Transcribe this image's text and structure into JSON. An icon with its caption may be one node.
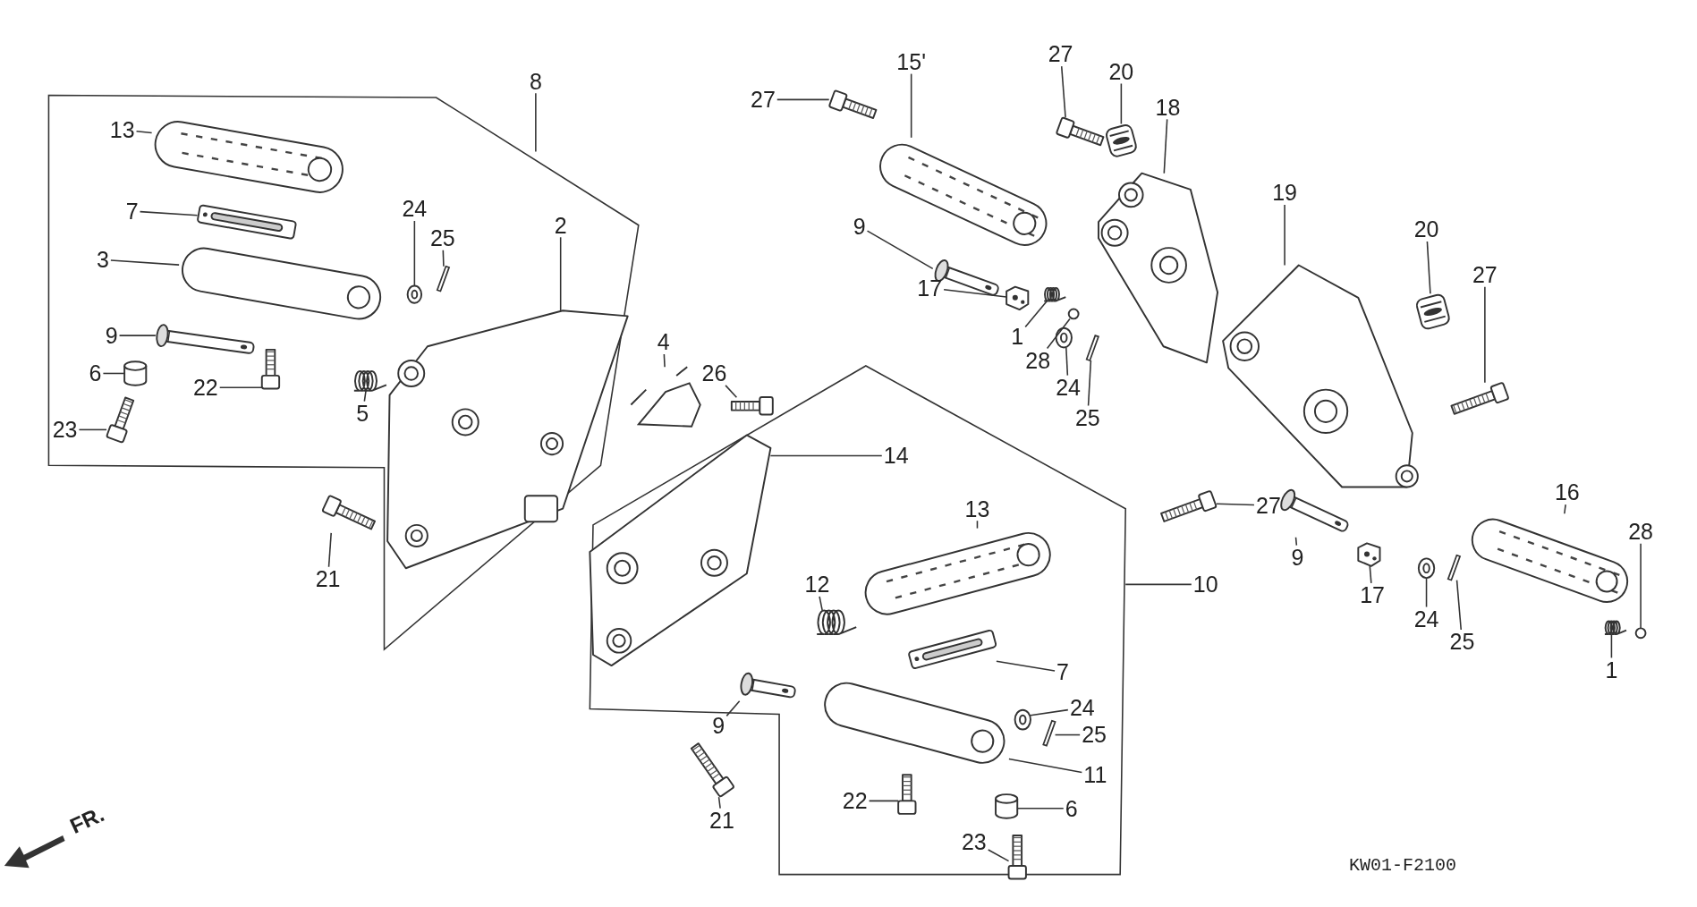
{
  "diagram": {
    "nodes": [
      {
        "text": [
          "8"
        ]
      },
      {
        "text": [
          "13"
        ]
      },
      {
        "text": [
          "7"
        ]
      },
      {
        "text": [
          "3"
        ]
      },
      {
        "text": [
          "9"
        ]
      },
      {
        "text": [
          "6"
        ]
      },
      {
        "text": [
          "23"
        ]
      },
      {
        "text": [
          "22"
        ]
      },
      {
        "text": [
          "24"
        ]
      },
      {
        "text": [
          "25"
        ]
      },
      {
        "text": [
          "2"
        ]
      },
      {
        "text": [
          "5"
        ]
      },
      {
        "text": [
          "4"
        ]
      },
      {
        "text": [
          "26"
        ]
      },
      {
        "text": [
          "21"
        ]
      },
      {
        "text": [
          "14"
        ]
      },
      {
        "text": [
          "12"
        ]
      },
      {
        "text": [
          "9"
        ]
      },
      {
        "text": [
          "13"
        ]
      },
      {
        "text": [
          "7"
        ]
      },
      {
        "text": [
          "24"
        ]
      },
      {
        "text": [
          "25"
        ]
      },
      {
        "text": [
          "22"
        ]
      },
      {
        "text": [
          "11"
        ]
      },
      {
        "text": [
          "6"
        ]
      },
      {
        "text": [
          "23"
        ]
      },
      {
        "text": [
          "21"
        ]
      },
      {
        "text": [
          "10"
        ]
      },
      {
        "text": [
          "27"
        ]
      },
      {
        "text": [
          "15'"
        ]
      },
      {
        "text": [
          "27"
        ]
      },
      {
        "text": [
          "20"
        ]
      },
      {
        "text": [
          "18"
        ]
      },
      {
        "text": [
          "9"
        ]
      },
      {
        "text": [
          "17"
        ]
      },
      {
        "text": [
          "1"
        ]
      },
      {
        "text": [
          "28"
        ]
      },
      {
        "text": [
          "24"
        ]
      },
      {
        "text": [
          "25"
        ]
      },
      {
        "text": [
          "19"
        ]
      },
      {
        "text": [
          "20"
        ]
      },
      {
        "text": [
          "27"
        ]
      },
      {
        "text": [
          "27"
        ]
      },
      {
        "text": [
          "9"
        ]
      },
      {
        "text": [
          "17"
        ]
      },
      {
        "text": [
          "24"
        ]
      },
      {
        "text": [
          "25"
        ]
      },
      {
        "text": [
          "16"
        ]
      },
      {
        "text": [
          "28"
        ]
      },
      {
        "text": [
          "1"
        ]
      },
      {
        "text": [],
        "shape": "picture"
      },
      {
        "text": [],
        "shape": "picture"
      },
      {
        "text": [],
        "shape": "picture"
      },
      {
        "text": [],
        "shape": "picture"
      },
      {
        "text": [],
        "shape": "cylinder"
      },
      {
        "text": [],
        "shape": "picture"
      },
      {
        "text": [],
        "shape": "picture"
      },
      {
        "text": [],
        "shape": "picture"
      },
      {
        "text": [],
        "shape": "picture"
      },
      {
        "text": [],
        "shape": "picture"
      },
      {
        "text": [],
        "shape": "picture"
      },
      {
        "text": [],
        "shape": "picture"
      },
      {
        "text": [],
        "shape": "picture"
      },
      {
        "text": [],
        "shape": "picture"
      },
      {
        "text": [],
        "shape": "picture"
      },
      {
        "text": [],
        "shape": "picture"
      },
      {
        "text": [],
        "shape": "picture"
      },
      {
        "text": [],
        "shape": "picture"
      },
      {
        "text": [],
        "shape": "picture"
      },
      {
        "text": [],
        "shape": "picture"
      },
      {
        "text": [],
        "shape": "picture"
      },
      {
        "text": [],
        "shape": "picture"
      },
      {
        "text": [],
        "shape": "picture"
      },
      {
        "text": [],
        "shape": "cylinder"
      },
      {
        "text": [],
        "shape": "picture"
      },
      {
        "text": [],
        "shape": "picture"
      },
      {
        "text": [],
        "shape": "picture"
      },
      {
        "text": [],
        "shape": "picture"
      },
      {
        "text": [],
        "shape": "picture"
      },
      {
        "text": [],
        "shape": "picture"
      },
      {
        "text": [],
        "shape": "picture"
      },
      {
        "text": [],
        "shape": "picture"
      },
      {
        "text": [],
        "shape": "picture"
      },
      {
        "text": [],
        "shape": "picture"
      },
      {
        "text": [],
        "shape": "circle"
      },
      {
        "text": [],
        "shape": "picture"
      },
      {
        "text": [],
        "shape": "picture"
      },
      {
        "text": [],
        "shape": "picture"
      },
      {
        "text": [],
        "shape": "picture"
      },
      {
        "text": [],
        "shape": "picture"
      },
      {
        "text": [],
        "shape": "picture"
      },
      {
        "text": [],
        "shape": "picture"
      },
      {
        "text": [],
        "shape": "picture"
      },
      {
        "text": [],
        "shape": "picture"
      },
      {
        "text": [],
        "shape": "picture"
      },
      {
        "text": [],
        "shape": "picture"
      },
      {
        "text": [],
        "shape": "circle"
      },
      {
        "text": [],
        "shape": "picture"
      }
    ],
    "edges": [
      {
        "from": 0,
        "to": null,
        "arrow": "none"
      },
      {
        "from": 1,
        "to": 50,
        "arrow": "none"
      },
      {
        "from": 2,
        "to": 51,
        "arrow": "none"
      },
      {
        "from": 3,
        "to": 52,
        "arrow": "none"
      },
      {
        "from": 4,
        "to": 53,
        "arrow": "none"
      },
      {
        "from": 5,
        "to": 54,
        "arrow": "none"
      },
      {
        "from": 6,
        "to": 55,
        "arrow": "none"
      },
      {
        "from": 7,
        "to": 56,
        "arrow": "none"
      },
      {
        "from": 8,
        "to": 57,
        "arrow": "none"
      },
      {
        "from": 9,
        "to": 58,
        "arrow": "none"
      },
      {
        "from": 10,
        "to": 59,
        "arrow": "none"
      },
      {
        "from": 11,
        "to": 60,
        "arrow": "none"
      },
      {
        "from": 12,
        "to": 61,
        "arrow": "none"
      },
      {
        "from": 13,
        "to": 62,
        "arrow": "none"
      },
      {
        "from": 14,
        "to": 63,
        "arrow": "none"
      },
      {
        "from": 15,
        "to": 64,
        "arrow": "none"
      },
      {
        "from": 16,
        "to": 65,
        "arrow": "none"
      },
      {
        "from": 17,
        "to": 66,
        "arrow": "none"
      },
      {
        "from": 18,
        "to": 67,
        "arrow": "none"
      },
      {
        "from": 19,
        "to": 68,
        "arrow": "none"
      },
      {
        "from": 20,
        "to": 69,
        "arrow": "none"
      },
      {
        "from": 21,
        "to": 70,
        "arrow": "none"
      },
      {
        "from": 22,
        "to": 71,
        "arrow": "none"
      },
      {
        "from": 23,
        "to": 72,
        "arrow": "none"
      },
      {
        "from": 24,
        "to": 73,
        "arrow": "none"
      },
      {
        "from": 25,
        "to": 74,
        "arrow": "none"
      },
      {
        "from": 26,
        "to": 75,
        "arrow": "none"
      },
      {
        "from": 27,
        "to": null,
        "arrow": "none"
      },
      {
        "from": 28,
        "to": 76,
        "arrow": "none"
      },
      {
        "from": 29,
        "to": 77,
        "arrow": "none"
      },
      {
        "from": 30,
        "to": 78,
        "arrow": "none"
      },
      {
        "from": 31,
        "to": 79,
        "arrow": "none"
      },
      {
        "from": 32,
        "to": 80,
        "arrow": "none"
      },
      {
        "from": 33,
        "to": 81,
        "arrow": "none"
      },
      {
        "from": 34,
        "to": 82,
        "arrow": "none"
      },
      {
        "from": 35,
        "to": 83,
        "arrow": "none"
      },
      {
        "from": 36,
        "to": 84,
        "arrow": "none"
      },
      {
        "from": 37,
        "to": 85,
        "arrow": "none"
      },
      {
        "from": 38,
        "to": 86,
        "arrow": "none"
      },
      {
        "from": 39,
        "to": 87,
        "arrow": "none"
      },
      {
        "from": 40,
        "to": 88,
        "arrow": "none"
      },
      {
        "from": 41,
        "to": 89,
        "arrow": "none"
      },
      {
        "from": 42,
        "to": 90,
        "arrow": "none"
      },
      {
        "from": 43,
        "to": 91,
        "arrow": "none"
      },
      {
        "from": 44,
        "to": 92,
        "arrow": "none"
      },
      {
        "from": 45,
        "to": 93,
        "arrow": "none"
      },
      {
        "from": 46,
        "to": 94,
        "arrow": "none"
      },
      {
        "from": 47,
        "to": 95,
        "arrow": "none"
      },
      {
        "from": 48,
        "to": 96,
        "arrow": "none"
      },
      {
        "from": 49,
        "to": 97,
        "arrow": "none"
      }
    ],
    "labels": [
      "FR.",
      "KW01-F2100"
    ]
  }
}
